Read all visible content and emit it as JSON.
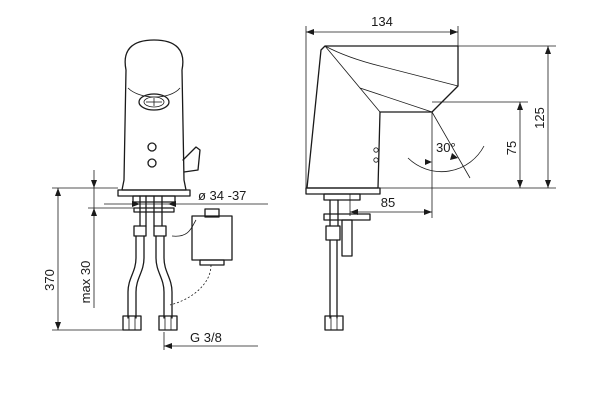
{
  "dimensions": {
    "width_total": "134",
    "height_total": "125",
    "height_outlet": "75",
    "reach": "85",
    "angle": "30°",
    "hole_diameter": "ø 34 -37",
    "overall_height": "370",
    "max_deck": "max 30",
    "thread": "G 3/8"
  }
}
